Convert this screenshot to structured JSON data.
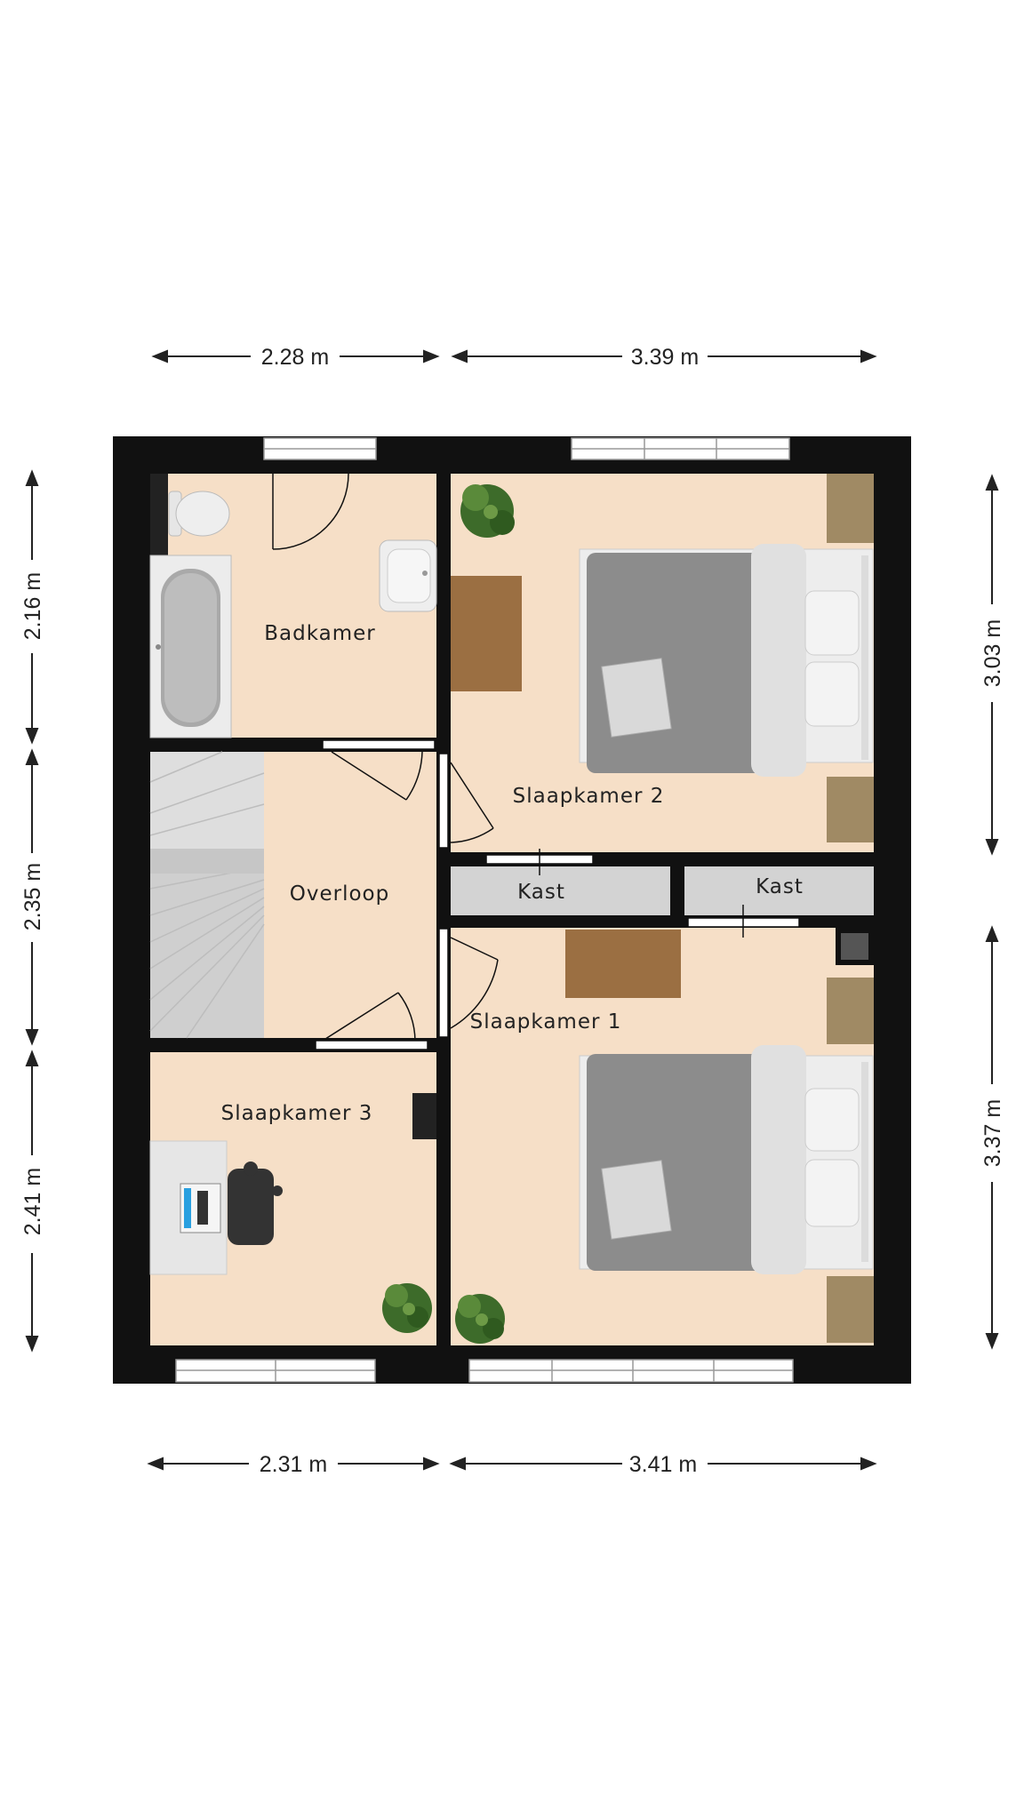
{
  "dimensions": {
    "top_left": "2.28 m",
    "top_right": "3.39 m",
    "bottom_left": "2.31 m",
    "bottom_right": "3.41 m",
    "left_top": "2.16 m",
    "left_middle": "2.35 m",
    "left_bottom": "2.41 m",
    "right_top": "3.03 m",
    "right_bottom": "3.37 m"
  },
  "rooms": {
    "badkamer": "Badkamer",
    "overloop": "Overloop",
    "slaapkamer_1": "Slaapkamer 1",
    "slaapkamer_2": "Slaapkamer 2",
    "slaapkamer_3": "Slaapkamer 3",
    "kast_left": "Kast",
    "kast_right": "Kast"
  },
  "colors": {
    "wall": "#111111",
    "floor": "#f6dfc7",
    "tiled_floor": "#d8d8d8",
    "bed_blanket": "#8c8c8c",
    "wood": "#9b6f42"
  }
}
